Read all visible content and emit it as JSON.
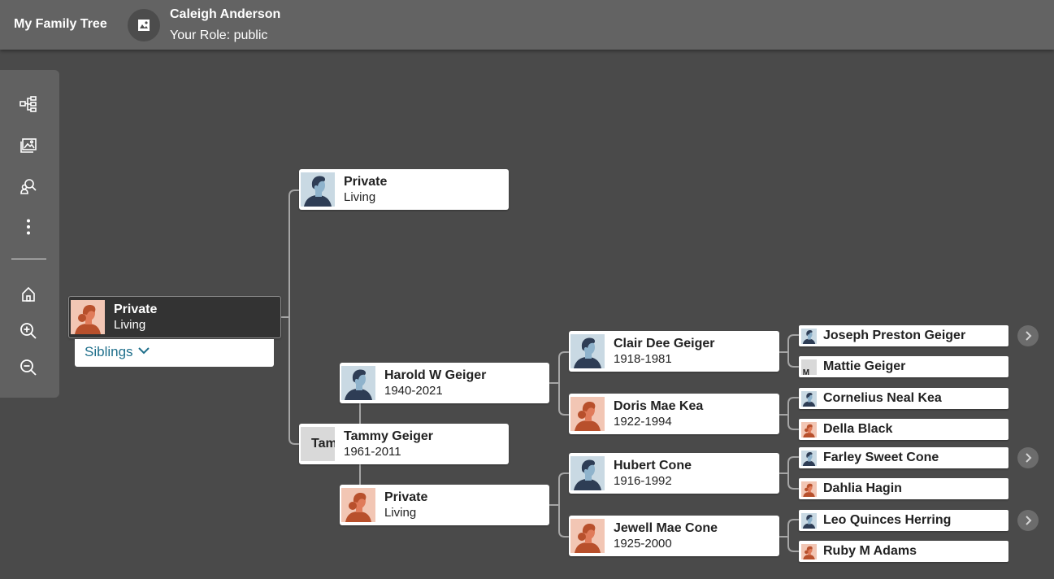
{
  "header": {
    "app_title": "My Family Tree",
    "user_name": "Caleigh Anderson",
    "user_role": "Your Role: public"
  },
  "toolbar": {
    "icons": [
      "tree-view-icon",
      "media-gallery-icon",
      "person-search-icon",
      "more-options-icon",
      "home-icon",
      "zoom-in-icon",
      "zoom-out-icon"
    ]
  },
  "tree": {
    "focus": {
      "name": "Private",
      "dates": "Living",
      "gender": "female"
    },
    "siblings_label": "Siblings",
    "father": {
      "name": "Private",
      "dates": "Living",
      "gender": "male"
    },
    "mother": {
      "name": "Tammy Geiger",
      "dates": "1961-2011",
      "placeholder": "Tam"
    },
    "maternal_grandfather": {
      "name": "Harold W Geiger",
      "dates": "1940-2021",
      "gender": "male"
    },
    "maternal_grandmother": {
      "name": "Private",
      "dates": "Living",
      "gender": "female"
    },
    "great_grandparents": [
      {
        "name": "Clair Dee Geiger",
        "dates": "1918-1981",
        "gender": "male"
      },
      {
        "name": "Doris Mae Kea",
        "dates": "1922-1994",
        "gender": "female"
      },
      {
        "name": "Hubert Cone",
        "dates": "1916-1992",
        "gender": "male"
      },
      {
        "name": "Jewell Mae Cone",
        "dates": "1925-2000",
        "gender": "female"
      }
    ],
    "gg_grandparents": [
      {
        "name": "Joseph Preston Geiger",
        "gender": "male",
        "has_more": true
      },
      {
        "name": "Mattie Geiger",
        "gender": "unknown",
        "has_more": false
      },
      {
        "name": "Cornelius Neal Kea",
        "gender": "male",
        "has_more": false
      },
      {
        "name": "Della Black",
        "gender": "female",
        "has_more": false
      },
      {
        "name": "Farley Sweet Cone",
        "gender": "male",
        "has_more": true
      },
      {
        "name": "Dahlia Hagin",
        "gender": "female",
        "has_more": false
      },
      {
        "name": "Leo Quinces Herring",
        "gender": "male",
        "has_more": true
      },
      {
        "name": "Ruby M Adams",
        "gender": "female",
        "has_more": false
      }
    ]
  },
  "colors": {
    "background": "#4a4a4a",
    "topbar": "#636363",
    "male_portrait_bg": "#c9d9e3",
    "female_portrait_bg": "#f2c6b4",
    "siblings_link": "#1f6f8b"
  }
}
